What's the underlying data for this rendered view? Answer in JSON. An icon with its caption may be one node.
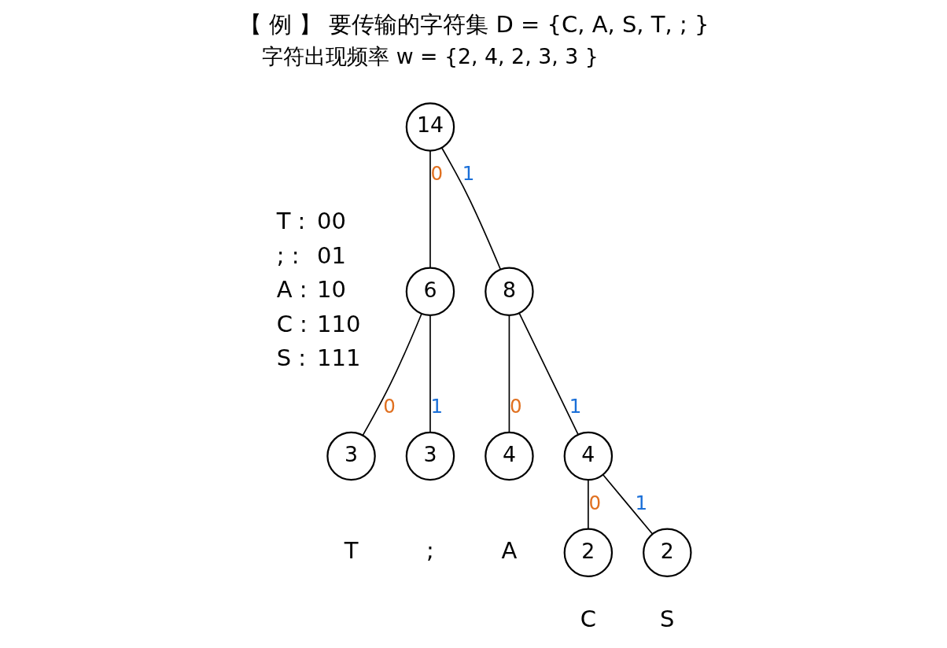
{
  "diagram": {
    "title": "【 例 】 要传输的字符集 D = {C, A, S, T, ; }",
    "nodes": [
      {
        "text": [
          "14"
        ]
      },
      {
        "text": [
          "6"
        ]
      },
      {
        "text": [
          "8"
        ]
      },
      {
        "text": [
          "3"
        ],
        "beside": [
          "T"
        ]
      },
      {
        "text": [
          "3"
        ],
        "beside": [
          ";"
        ]
      },
      {
        "text": [
          "4"
        ],
        "beside": [
          "A"
        ]
      },
      {
        "text": [
          "4"
        ]
      },
      {
        "text": [
          "2"
        ],
        "beside": [
          "C"
        ]
      },
      {
        "text": [
          "2"
        ],
        "beside": [
          "S"
        ]
      }
    ],
    "edges": [
      {
        "from": 0,
        "to": 1,
        "arrow": "none",
        "label": "0"
      },
      {
        "from": 0,
        "to": 2,
        "arrow": "none",
        "label": "1"
      },
      {
        "from": 1,
        "to": 3,
        "arrow": "none",
        "label": "0"
      },
      {
        "from": 1,
        "to": 4,
        "arrow": "none",
        "label": "1"
      },
      {
        "from": 2,
        "to": 5,
        "arrow": "none",
        "label": "0"
      },
      {
        "from": 2,
        "to": 6,
        "arrow": "none",
        "label": "1"
      },
      {
        "from": 6,
        "to": 7,
        "arrow": "none",
        "label": "0"
      },
      {
        "from": 6,
        "to": 8,
        "arrow": "none",
        "label": "1"
      }
    ],
    "labels": [
      "字符出现频率 w = {2, 4, 2, 3, 3 }",
      "T :",
      "00",
      "; :",
      "01",
      "A :",
      "10",
      "C :",
      "110",
      "S :",
      "111"
    ]
  }
}
